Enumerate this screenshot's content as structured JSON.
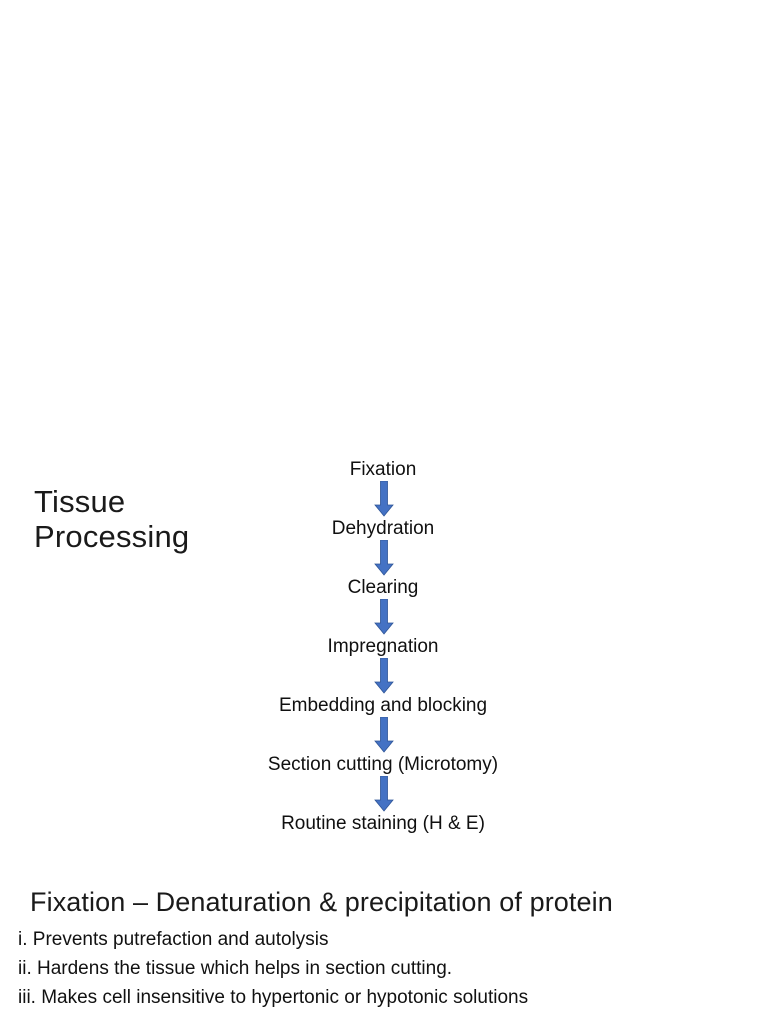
{
  "slide": {
    "title_lines": [
      "Tissue",
      "Processing"
    ],
    "background_color": "#FFFFFF",
    "accent_color": "#4472C4"
  },
  "flowchart": {
    "type": "vertical-linear-flow",
    "arrow_icon_name": "down-arrow-icon",
    "arrow_color": "#4472C4",
    "steps": [
      {
        "label": "Fixation"
      },
      {
        "label": "Dehydration"
      },
      {
        "label": "Clearing"
      },
      {
        "label": "Impregnation"
      },
      {
        "label": "Embedding and blocking"
      },
      {
        "label": "Section cutting (Microtomy)"
      },
      {
        "label": "Routine staining (H & E)"
      }
    ]
  },
  "bottom": {
    "heading": "Fixation – Denaturation & precipitation of protein",
    "items": [
      "i. Prevents putrefaction and autolysis",
      "ii. Hardens the tissue which helps in section cutting.",
      "iii. Makes cell insensitive to hypertonic or hypotonic solutions"
    ]
  }
}
